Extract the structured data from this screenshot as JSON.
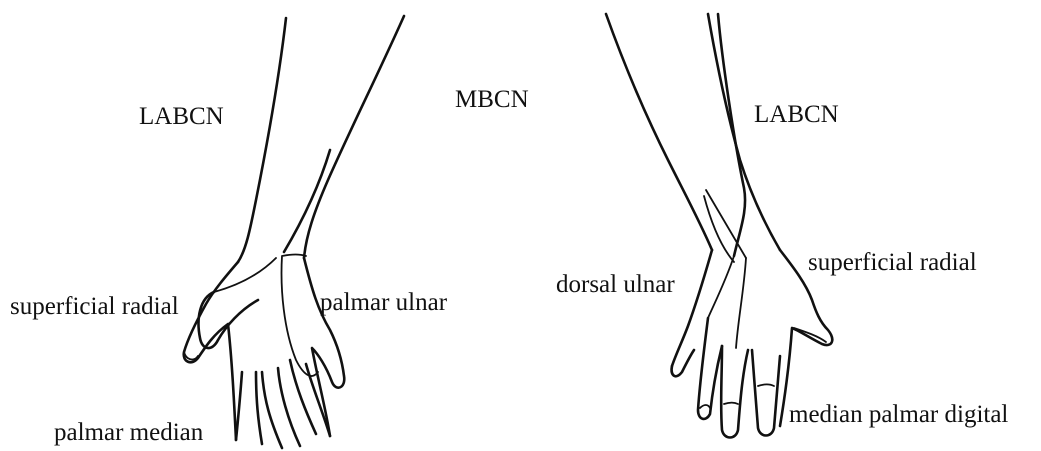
{
  "left_hand": {
    "labels": {
      "labcn": "LABCN",
      "superficial_radial": "superficial radial",
      "palmar_ulnar": "palmar ulnar",
      "palmar_median": "palmar median"
    }
  },
  "center": {
    "mbcn": "MBCN"
  },
  "right_hand": {
    "labels": {
      "labcn": "LABCN",
      "superficial_radial": "superficial radial",
      "dorsal_ulnar": "dorsal ulnar",
      "median_palmar_digital": "median palmar digital"
    }
  }
}
